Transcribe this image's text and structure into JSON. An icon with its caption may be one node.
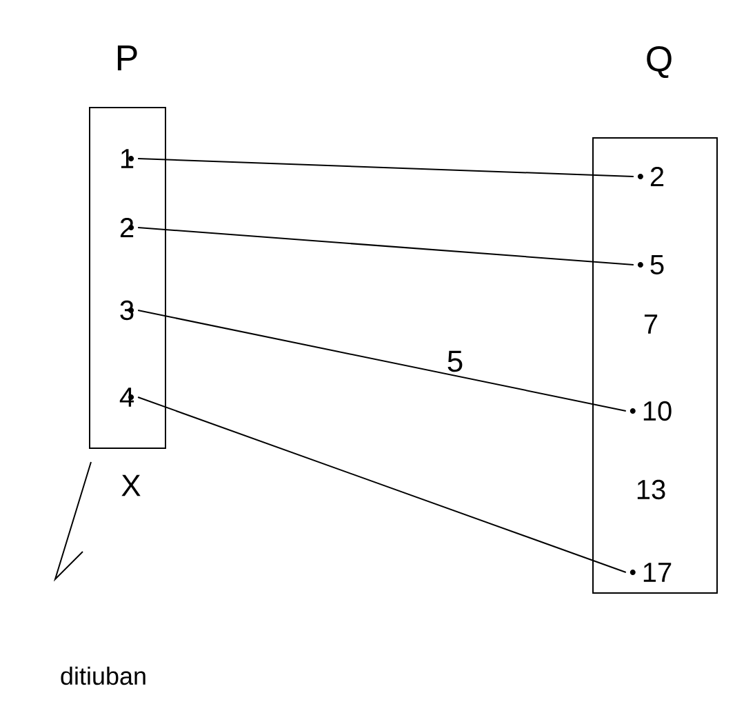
{
  "diagram": {
    "nodes": [
      {
        "text": [
          "P"
        ]
      },
      {
        "text": [
          "1"
        ],
        "in": 0
      },
      {
        "text": [
          "2"
        ],
        "in": 0
      },
      {
        "text": [
          "3"
        ],
        "in": 0
      },
      {
        "text": [
          "4"
        ],
        "in": 0
      },
      {
        "text": [
          "Q"
        ]
      },
      {
        "text": [
          "2"
        ],
        "in": 5
      },
      {
        "text": [
          "5"
        ],
        "in": 5
      },
      {
        "text": [
          "7"
        ],
        "in": 5
      },
      {
        "text": [
          "10"
        ],
        "in": 5
      },
      {
        "text": [
          "13"
        ],
        "in": 5
      },
      {
        "text": [
          "17"
        ],
        "in": 5
      }
    ],
    "edges": [
      {
        "from": 1,
        "to": 6,
        "arrow": "none"
      },
      {
        "from": 2,
        "to": 7,
        "arrow": "none"
      },
      {
        "from": 3,
        "to": 9,
        "arrow": "none"
      },
      {
        "from": 4,
        "to": 11,
        "arrow": "none"
      }
    ],
    "labels": [
      "5",
      "X",
      "ditiuban"
    ]
  }
}
